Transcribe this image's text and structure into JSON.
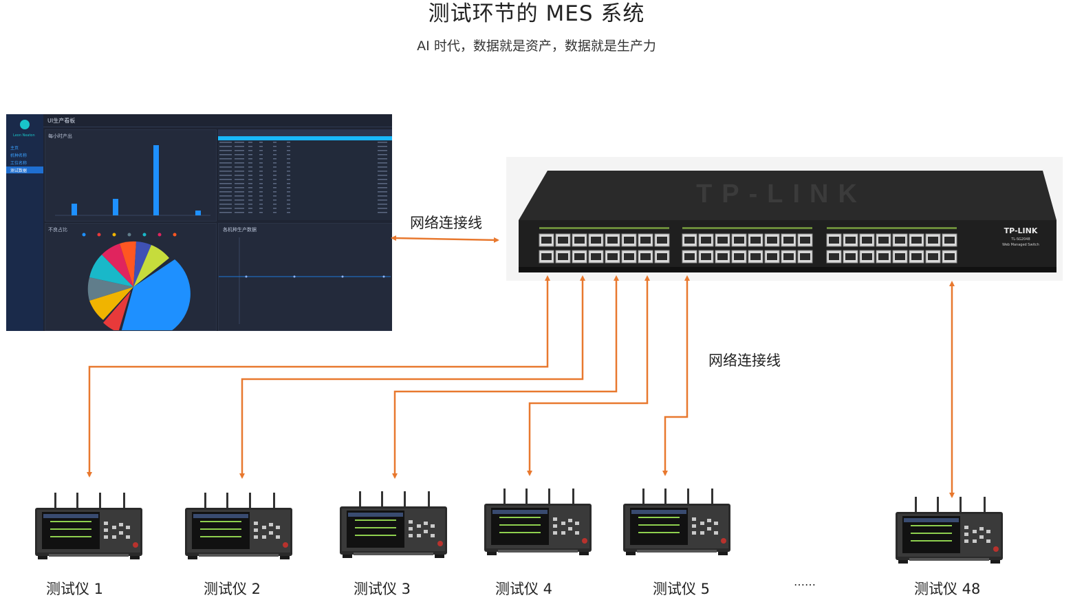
{
  "title": "测试环节的 MES 系统",
  "subtitle": "AI 时代，数据就是资产，数据就是生产力",
  "connection_label_top": "网络连接线",
  "connection_label_bottom": "网络连接线",
  "colors": {
    "arrow": "#e8782e",
    "dashboard_bg": "#1e2433",
    "accent": "#1aa3ff"
  },
  "dashboard": {
    "window_title": "UI生产看板",
    "user_name": "Leon Neaton",
    "nav": [
      "主页",
      "机种名称",
      "工位名称",
      "测试数据"
    ],
    "hourly_panel_title": "每小时产出",
    "defect_panel_title": "不良占比",
    "line_panel_title": "各机种生产数据",
    "hourly_values": [
      5,
      7,
      30,
      1
    ]
  },
  "switch": {
    "brand": "TP-LINK",
    "model": "TL-SG2048",
    "subtitle": "Web Managed Switch"
  },
  "testers": [
    {
      "label": "测试仪 1"
    },
    {
      "label": "测试仪 2"
    },
    {
      "label": "测试仪 3"
    },
    {
      "label": "测试仪 4"
    },
    {
      "label": "测试仪 5"
    },
    {
      "label": "测试仪 48"
    }
  ],
  "ellipsis": "……"
}
